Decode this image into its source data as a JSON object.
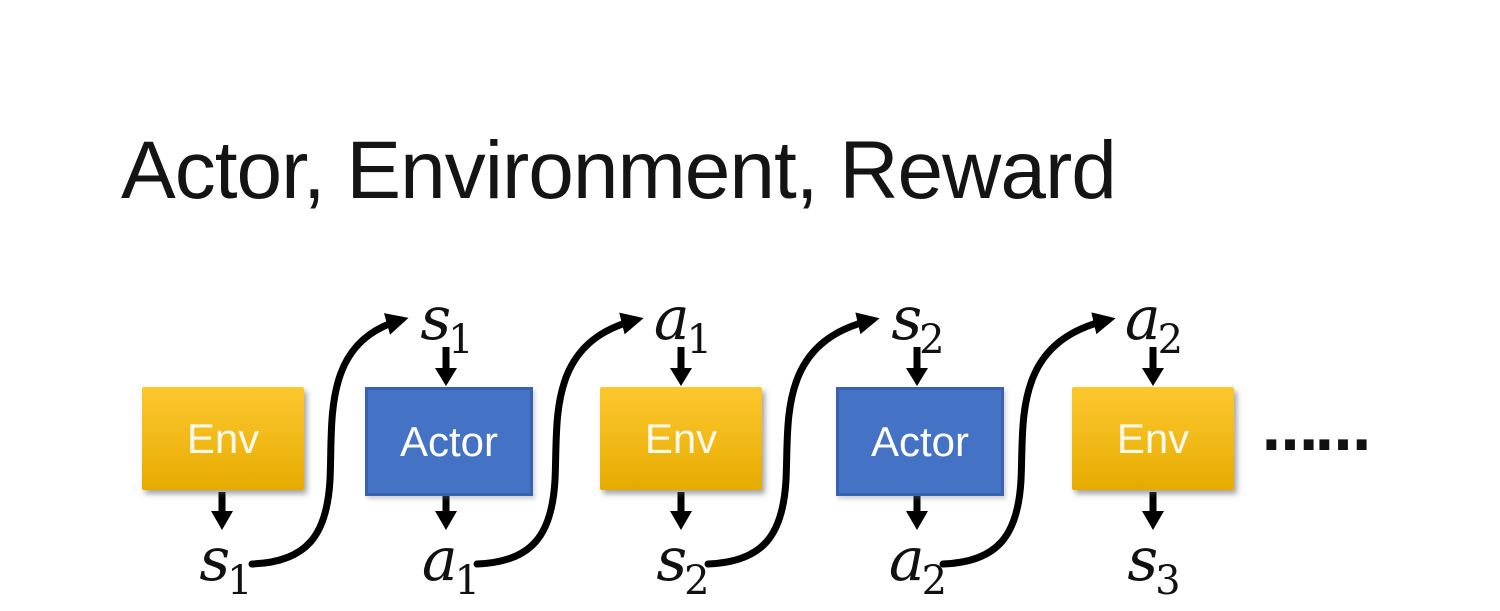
{
  "slide": {
    "title": "Actor, Environment, Reward"
  },
  "diagram": {
    "boxes": [
      {
        "label": "Env",
        "type": "env"
      },
      {
        "label": "Actor",
        "type": "actor"
      },
      {
        "label": "Env",
        "type": "env"
      },
      {
        "label": "Actor",
        "type": "actor"
      },
      {
        "label": "Env",
        "type": "env"
      }
    ],
    "top_labels": [
      {
        "base": "s",
        "sub": "1"
      },
      {
        "base": "a",
        "sub": "1"
      },
      {
        "base": "s",
        "sub": "2"
      },
      {
        "base": "a",
        "sub": "2"
      }
    ],
    "bottom_labels": [
      {
        "base": "s",
        "sub": "1"
      },
      {
        "base": "a",
        "sub": "1"
      },
      {
        "base": "s",
        "sub": "2"
      },
      {
        "base": "a",
        "sub": "2"
      },
      {
        "base": "s",
        "sub": "3"
      }
    ],
    "ellipsis": "……"
  },
  "colors": {
    "env_gradient_top": "#FCC72E",
    "env_gradient_bottom": "#E6AA00",
    "env_text": "#FEF9EC",
    "actor_fill": "#4472C4",
    "actor_border": "#3763AE",
    "actor_text": "#FFFFFF",
    "arrow": "#000000",
    "title_text": "#141414",
    "background": "#FFFFFF"
  }
}
